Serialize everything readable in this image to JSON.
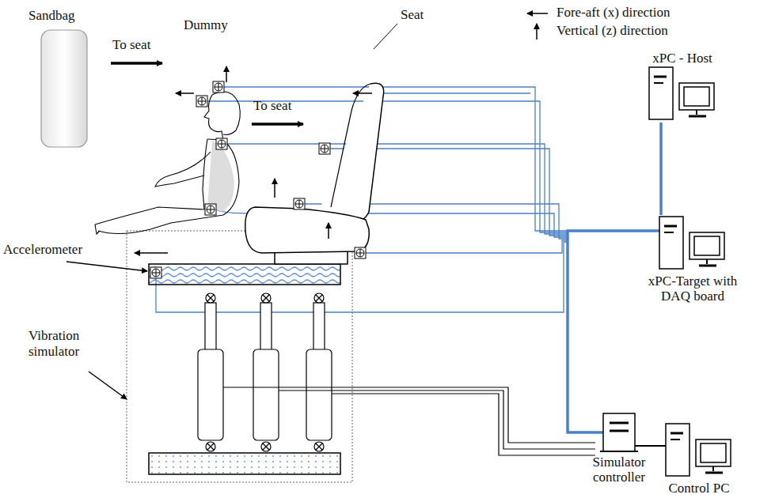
{
  "diagram": {
    "nodes": [
      {
        "text": [
          "xPC - Host"
        ]
      },
      {
        "text": [
          "xPC-Target with DAQ board"
        ]
      },
      {
        "text": [
          "Simulator controller"
        ]
      },
      {
        "text": [
          "Control PC"
        ]
      }
    ],
    "edges": [
      {
        "from": 0,
        "to": 1,
        "arrow": "none"
      },
      {
        "from": 1,
        "to": 2,
        "arrow": "none"
      },
      {
        "from": 2,
        "to": 3,
        "arrow": "none"
      }
    ],
    "labels": [
      "Fore-aft (x) direction",
      "Vertical (z) direction",
      "Sandbag",
      "Dummy",
      "Seat",
      "To seat",
      "To seat",
      "Accelerometer",
      "Vibration simulator"
    ]
  }
}
